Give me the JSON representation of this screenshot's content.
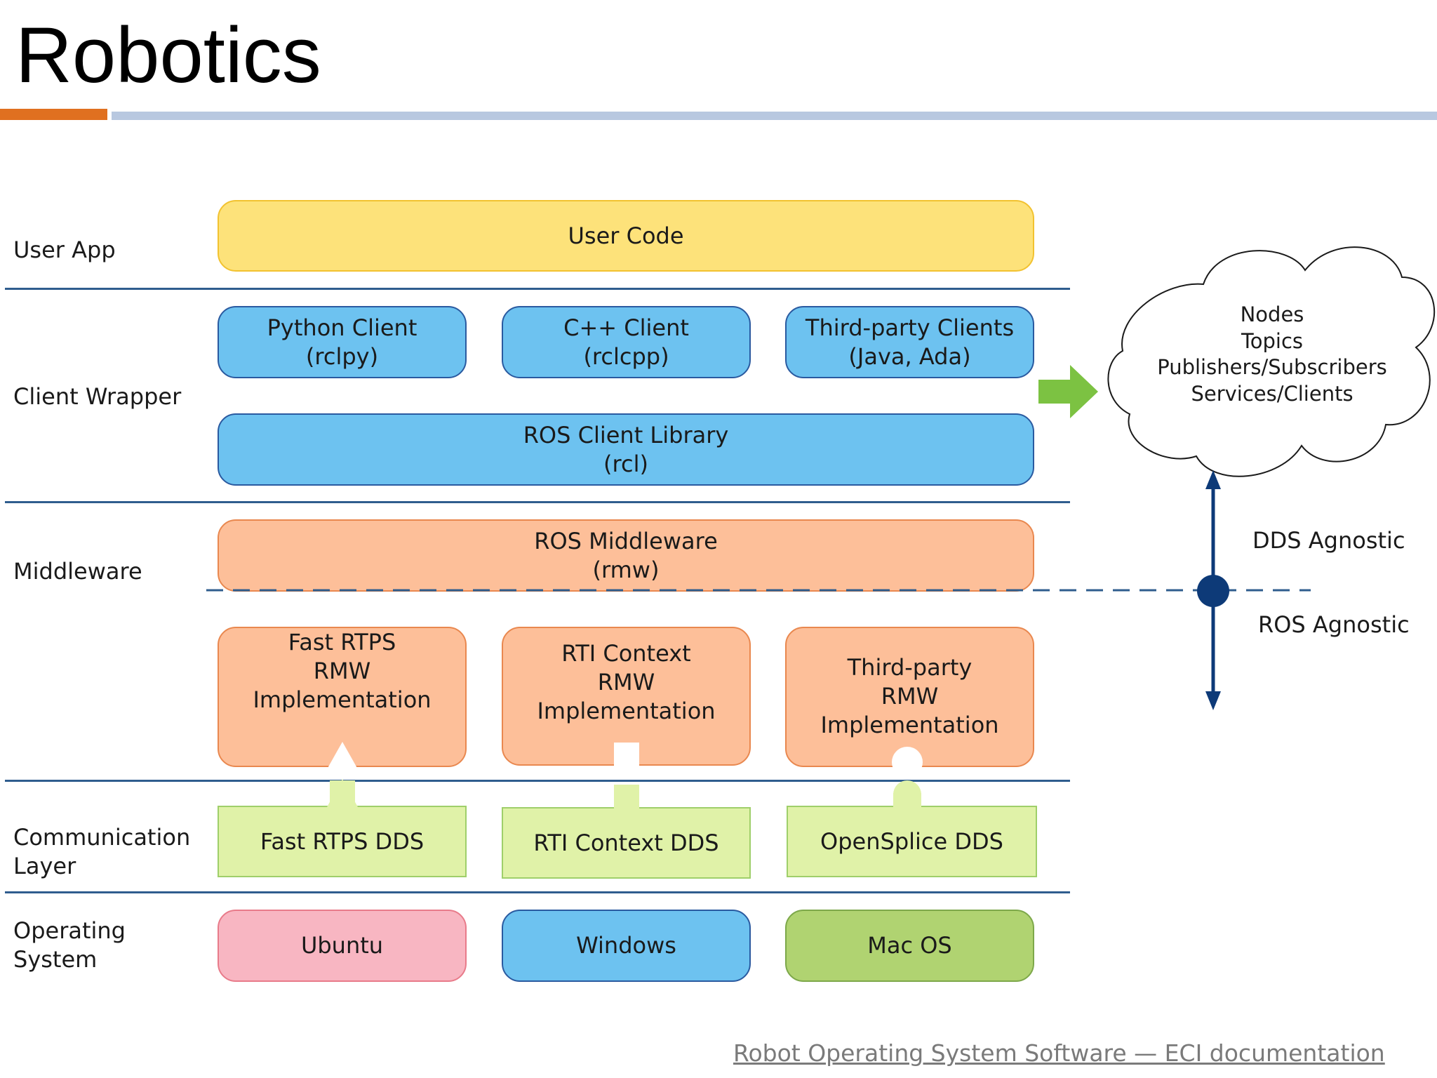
{
  "slide": {
    "title": "Robotics",
    "source_link": "Robot Operating System Software — ECI documentation"
  },
  "layers": {
    "user_app": "User App",
    "client_wrapper": "Client Wrapper",
    "middleware": "Middleware",
    "communication": "Communication\nLayer",
    "os": "Operating\nSystem"
  },
  "boxes": {
    "user_code": "User Code",
    "python_client": "Python Client\n(rclpy)",
    "cpp_client": "C++ Client\n(rclcpp)",
    "third_party_clients": "Third-party Clients\n(Java, Ada)",
    "rcl": "ROS Client Library\n(rcl)",
    "rmw": "ROS Middleware\n(rmw)",
    "fast_rtps_rmw": "Fast RTPS\nRMW\nImplementation",
    "rti_rmw": "RTI Context\nRMW\nImplementation",
    "third_party_rmw": "Third-party\nRMW\nImplementation",
    "fast_rtps_dds": "Fast RTPS DDS",
    "rti_dds": "RTI Context DDS",
    "opensplice_dds": "OpenSplice DDS",
    "ubuntu": "Ubuntu",
    "windows": "Windows",
    "macos": "Mac OS"
  },
  "cloud": {
    "text": "Nodes\nTopics\nPublishers/Subscribers\nServices/Clients"
  },
  "axis": {
    "upper_label": "DDS Agnostic",
    "lower_label": "ROS Agnostic"
  },
  "colors": {
    "accent_orange": "#e07020",
    "rule_blue": "#b8c8e0",
    "line_navy": "#2f5d8e",
    "axis_navy": "#0d3a78",
    "arrow_green": "#7cc242",
    "user_yellow": "#fde27a",
    "client_blue": "#6dc2f0",
    "middleware_orange": "#fdbf99",
    "dds_green": "#e0f2a8",
    "ubuntu_pink": "#f8b6c2",
    "macos_green": "#b0d371"
  },
  "icons": {
    "flow_arrow": "green-right-arrow-icon",
    "cloud": "cloud-icon",
    "axis": "double-headed-arrow-icon"
  }
}
